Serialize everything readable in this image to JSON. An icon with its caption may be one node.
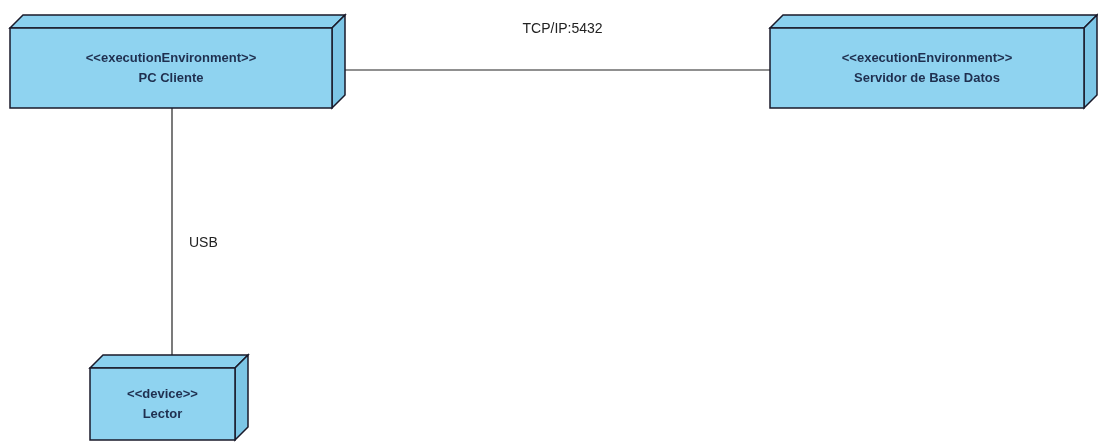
{
  "diagram": {
    "nodes": [
      {
        "text": [
          "<<executionEnvironment>>",
          "PC Cliente"
        ]
      },
      {
        "text": [
          "<<executionEnvironment>>",
          "Servidor de Base Datos"
        ]
      },
      {
        "text": [
          "<<device>>",
          "Lector"
        ]
      }
    ],
    "edges": [
      {
        "from": 0,
        "to": 1,
        "arrow": "none",
        "label": "TCP/IP:5432"
      },
      {
        "from": 0,
        "to": 2,
        "arrow": "none",
        "label": "USB"
      }
    ]
  }
}
